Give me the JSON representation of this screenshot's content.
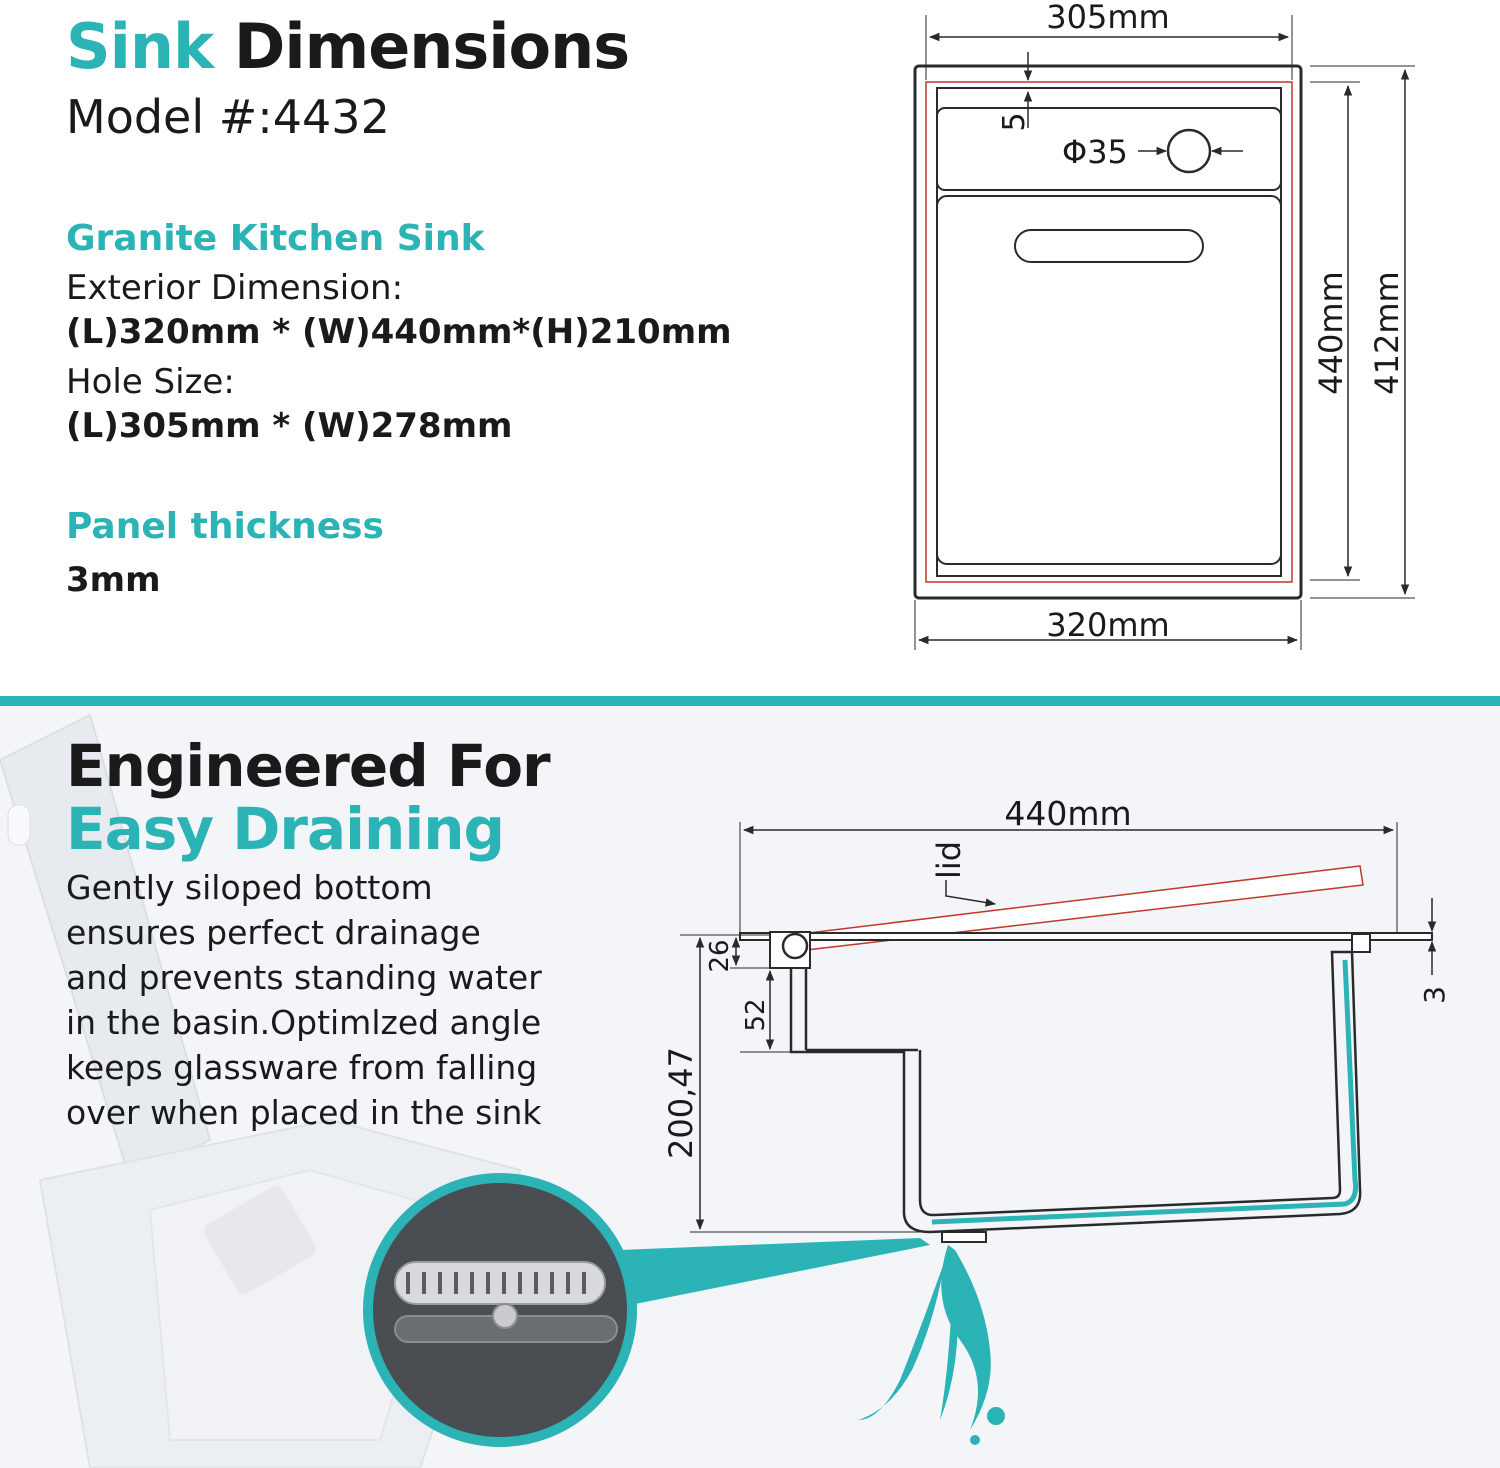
{
  "header": {
    "title_accent": "Sink",
    "title_rest": "Dimensions",
    "model": "Model #:4432"
  },
  "specs": {
    "product_heading": "Granite Kitchen Sink",
    "exterior_label": "Exterior Dimension:",
    "exterior_value": "(L)320mm * (W)440mm*(H)210mm",
    "hole_label": "Hole Size:",
    "hole_value": "(L)305mm * (W)278mm",
    "panel_heading": "Panel thickness",
    "panel_value": "3mm"
  },
  "top_diagram": {
    "top_width": "305mm",
    "bottom_width": "320mm",
    "inner_height": "440mm",
    "outer_height": "412mm",
    "edge_gap": "5",
    "drain_diameter": "Φ35"
  },
  "draining": {
    "heading_line1": "Engineered For",
    "heading_line2": "Easy Draining",
    "description_lines": [
      "Gently siloped bottom",
      "ensures perfect drainage",
      "and prevents standing water",
      "in the basin.Optimlzed angle",
      "keeps glassware from falling",
      "over when placed in the sink"
    ]
  },
  "side_diagram": {
    "width": "440mm",
    "lid_label": "lid",
    "dim_26": "26",
    "dim_52": "52",
    "dim_depth": "200,47",
    "dim_3": "3"
  },
  "colors": {
    "accent": "#2bb3b5",
    "outline_red": "#c0392b",
    "line": "#2a2a2a"
  }
}
